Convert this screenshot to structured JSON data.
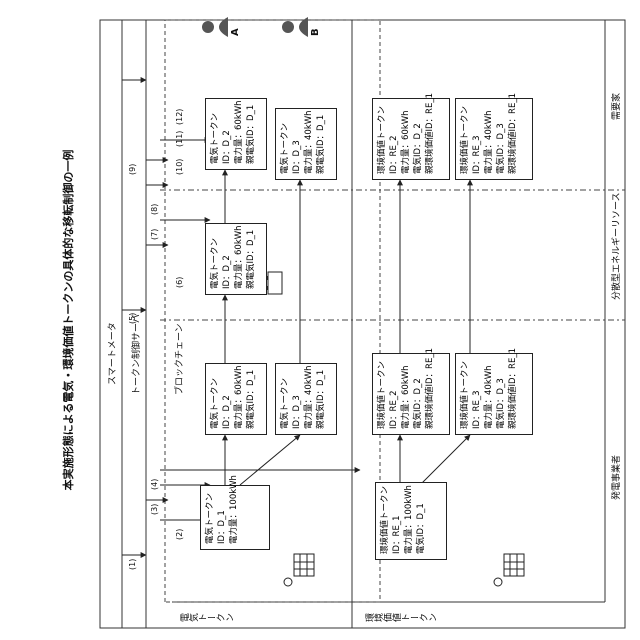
{
  "title": "本実施形態による電気・環境価値トークンの具体的な移転制御の一例",
  "rows": {
    "smart_meter": "スマートメータ",
    "server": "トークン制御サーバ",
    "blockchain": "ブロックチェーン"
  },
  "lanes": {
    "electric": "電気トークン",
    "env": "環境価値トークン"
  },
  "sections": {
    "generator": "発電事業者",
    "der": "分散型エネルギーリソース",
    "consumer": "需要家"
  },
  "consumers": {
    "a": "A",
    "b": "B"
  },
  "steps": [
    "(1)",
    "(2)",
    "(3)",
    "(4)",
    "(5)",
    "(6)",
    "(7)",
    "(8)",
    "(9)",
    "(10)",
    "(11)",
    "(12)"
  ],
  "tokens": {
    "d1": [
      "電気トークン",
      "ID：D_1",
      "電力量：100kWh"
    ],
    "d2a": [
      "電気トークン",
      "ID：D_2",
      "電力量：60kWh",
      "親電気ID：D_1"
    ],
    "d3a": [
      "電気トークン",
      "ID：D_3",
      "電力量：40kWh",
      "親電気ID：D_1"
    ],
    "d2b": [
      "電気トークン",
      "ID：D_2",
      "電力量：60kWh",
      "親電気ID：D_1"
    ],
    "d2c": [
      "電気トークン",
      "ID：D_2",
      "電力量：60kWh",
      "親電気ID：D_1"
    ],
    "d3c": [
      "電気トークン",
      "ID：D_3",
      "電力量：40kWh",
      "親電気ID：D_1"
    ],
    "re1": [
      "環境価値トークン",
      "ID：RE_1",
      "電力量：100kWh",
      "電気ID：D_1"
    ],
    "re2a": [
      "環境価値トークン",
      "ID：RE_2",
      "電力量：60kWh",
      "電気ID：D_2",
      "親環境価値ID：RE_1"
    ],
    "re3a": [
      "環境価値トークン",
      "ID：RE_3",
      "電力量：40kWh",
      "電気ID：D_3",
      "親環境価値ID：RE_1"
    ],
    "re2c": [
      "環境価値トークン",
      "ID：RE_2",
      "電力量：60kWh",
      "電気ID：D_2",
      "親環境価値ID：RE_1"
    ],
    "re3c": [
      "環境価値トークン",
      "ID：RE_3",
      "電力量：40kWh",
      "電気ID：D_3",
      "親環境価値ID：RE_1"
    ]
  }
}
